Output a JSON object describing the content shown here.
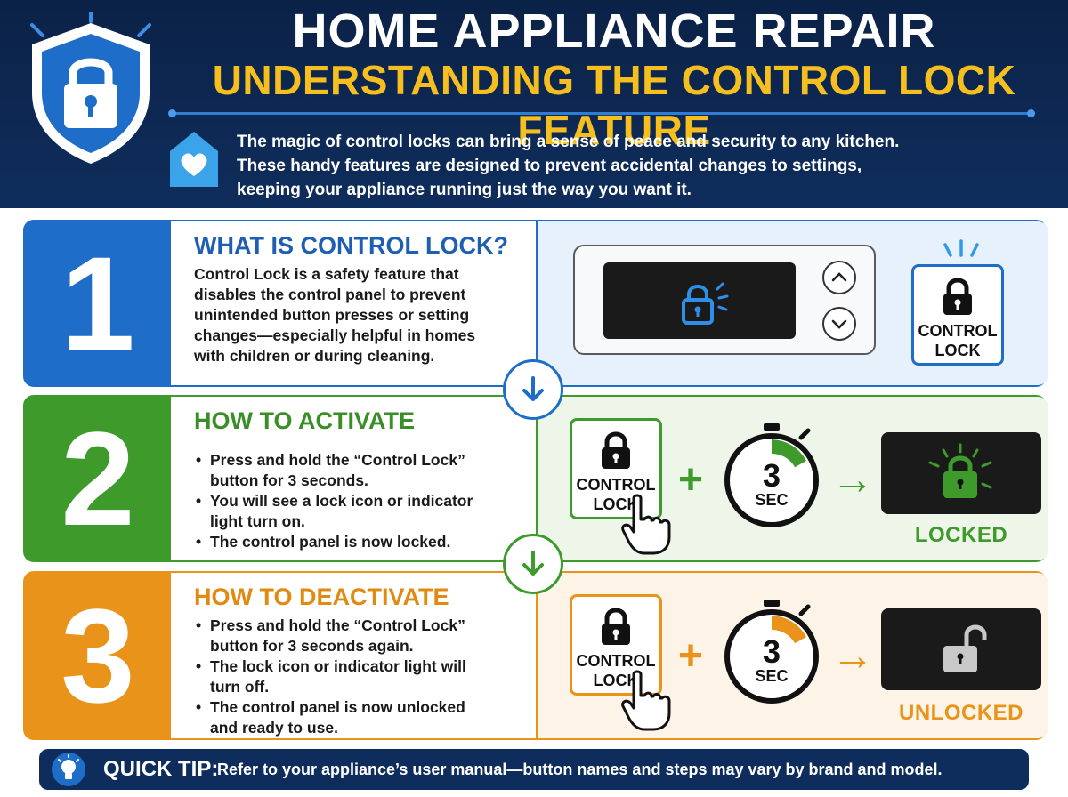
{
  "header": {
    "title": "HOME APPLIANCE REPAIR",
    "subtitle": "UNDERSTANDING THE CONTROL LOCK FEATURE",
    "intro_lines": [
      "The magic of control locks can bring a sense of peace and security to any kitchen.",
      "These handy features are designed to prevent accidental changes to settings,",
      "keeping your appliance running just the way you want it."
    ],
    "shield_icon": "padlock-shield-icon",
    "intro_icon": "house-heart-icon"
  },
  "sections": [
    {
      "number": "1",
      "title": "WHAT IS CONTROL LOCK?",
      "body": "Control Lock is a safety feature that disables the control panel to prevent unintended button presses or setting changes—especially helpful in homes with children or during cleaning.",
      "button_label_line1": "CONTROL",
      "button_label_line2": "LOCK",
      "color": "#1e6dc8"
    },
    {
      "number": "2",
      "title": "HOW TO ACTIVATE",
      "bullets": [
        "Press and hold the “Control Lock” button for 3 seconds.",
        "You will see a lock icon or indicator light turn on.",
        "The control panel is now locked."
      ],
      "button_label_line1": "CONTROL",
      "button_label_line2": "LOCK",
      "plus": "+",
      "timer_number": "3",
      "timer_unit": "SEC",
      "arrow": "→",
      "result": "LOCKED",
      "color": "#3f9a2c"
    },
    {
      "number": "3",
      "title": "HOW TO DEACTIVATE",
      "bullets": [
        "Press and hold the “Control Lock” button for 3 seconds again.",
        "The lock icon or indicator light will turn off.",
        "The control panel is now unlocked and ready to use."
      ],
      "button_label_line1": "CONTROL",
      "button_label_line2": "LOCK",
      "plus": "+",
      "timer_number": "3",
      "timer_unit": "SEC",
      "arrow": "→",
      "result": "UNLOCKED",
      "color": "#e9931a"
    }
  ],
  "tip": {
    "label": "QUICK TIP:",
    "text": "Refer to your appliance’s user manual—button names and steps may vary by brand and model.",
    "icon": "lightbulb-icon"
  }
}
